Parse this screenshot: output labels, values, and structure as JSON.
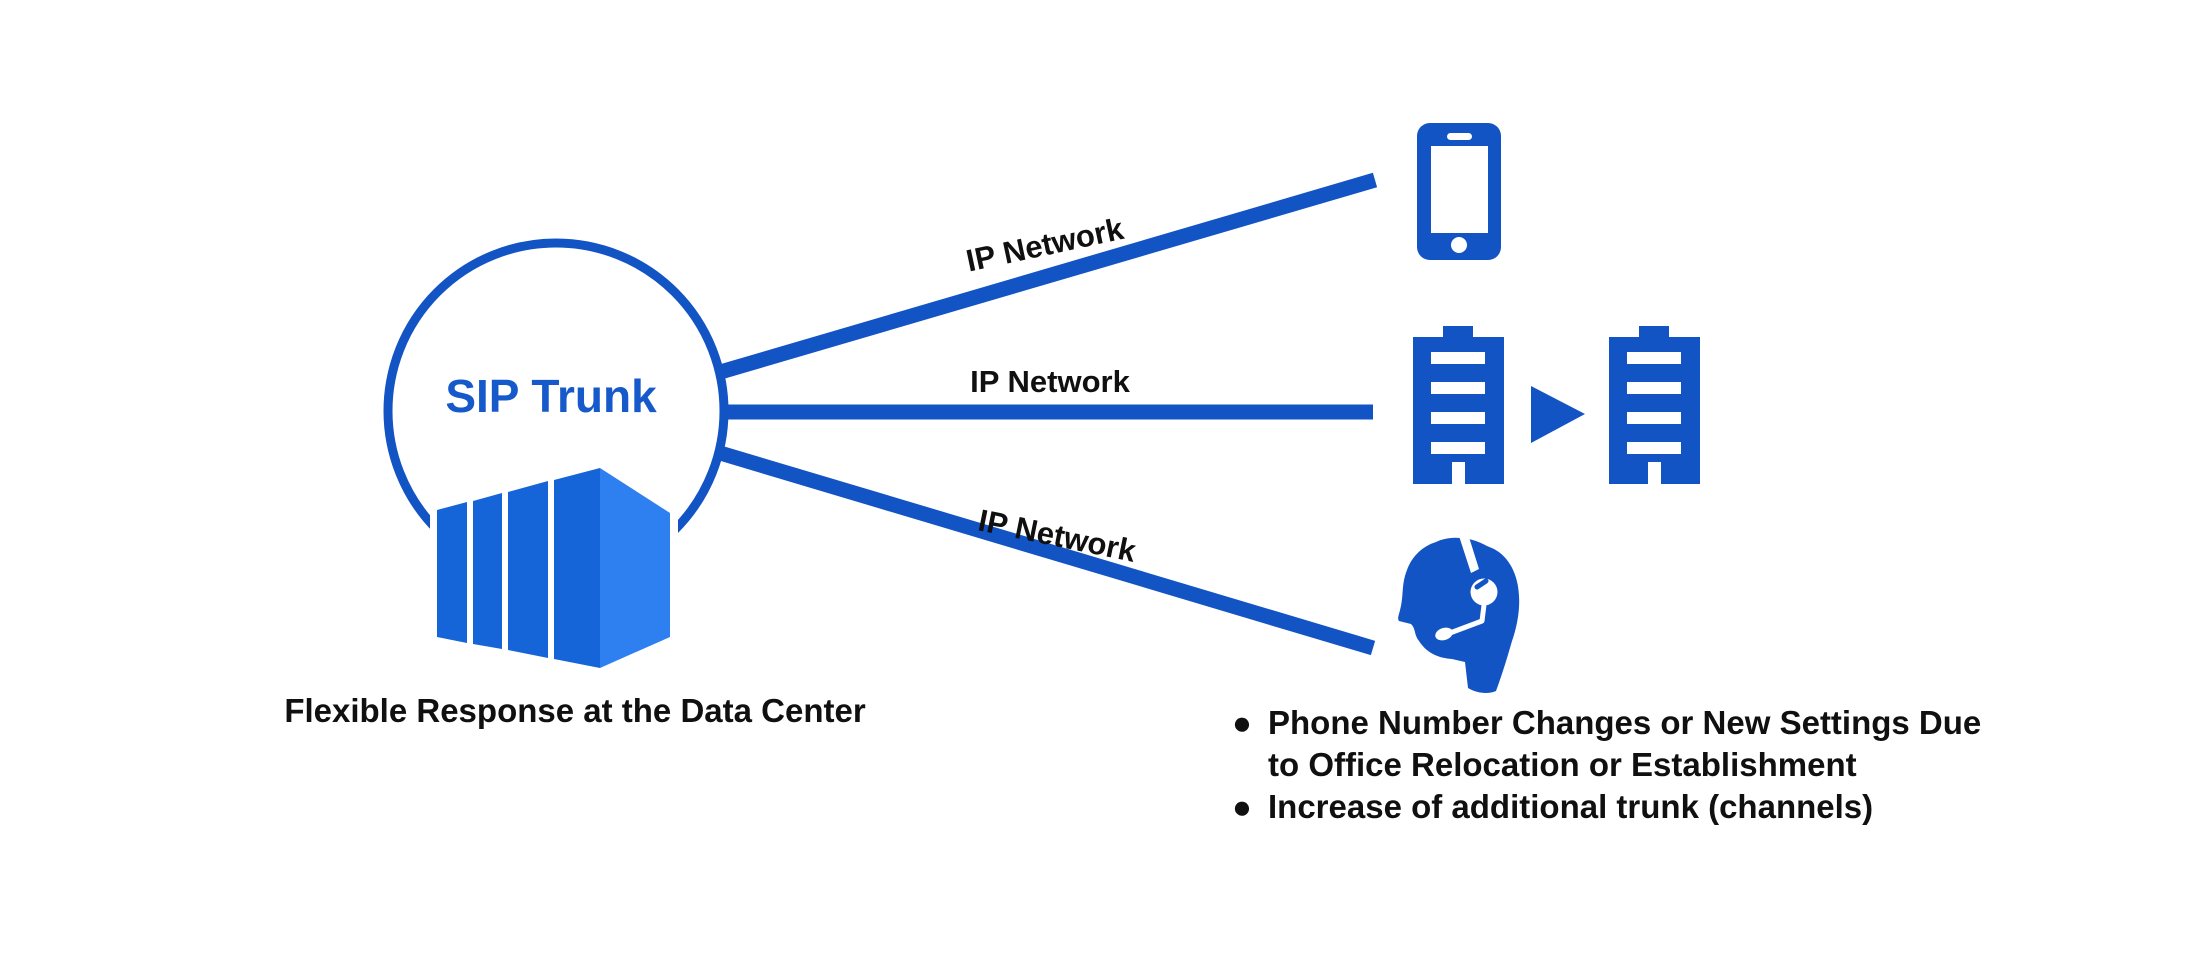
{
  "hub": {
    "label": "SIP Trunk",
    "caption": "Flexible Response at the Data Center"
  },
  "links": [
    {
      "label": "IP Network"
    },
    {
      "label": "IP Network"
    },
    {
      "label": "IP Network"
    }
  ],
  "notes": {
    "bullet_glyph": "●",
    "items": [
      {
        "lines": [
          "Phone Number Changes or New Settings Due",
          "to Office Relocation or Establishment"
        ]
      },
      {
        "lines": [
          "Increase of additional trunk (channels)"
        ]
      }
    ]
  },
  "icons": {
    "hub": "data-center-server-icon",
    "link_1_target": "smartphone-icon",
    "link_2_target": "office-buildings-icon",
    "link_2_between": "arrow-right-icon",
    "link_3_target": "operator-headset-icon"
  },
  "colors": {
    "primary": "#1254c4",
    "hublabel": "#1559cb",
    "serverfront": "#1565d8",
    "serverside": "#2e7ff0",
    "ink": "#101010",
    "background": "#ffffff"
  }
}
